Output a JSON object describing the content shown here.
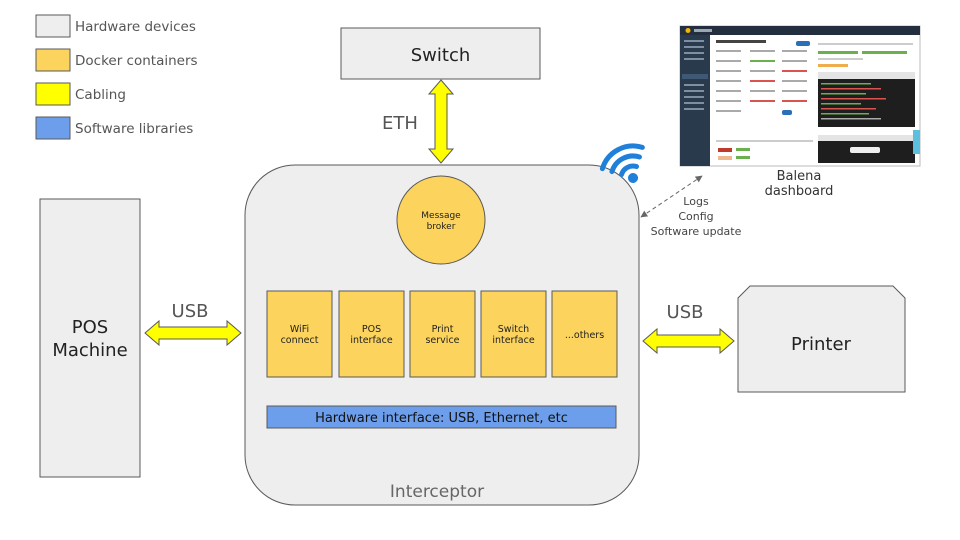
{
  "legend": [
    {
      "label": "Hardware devices",
      "color": "#eeeeee"
    },
    {
      "label": "Docker containers",
      "color": "#fcd45d"
    },
    {
      "label": "Cabling",
      "color": "#ffff00"
    },
    {
      "label": "Software libraries",
      "color": "#6d9eeb"
    }
  ],
  "switch": {
    "label": "Switch"
  },
  "eth_label": "ETH",
  "pos_machine": {
    "line1": "POS",
    "line2": "Machine"
  },
  "usb_left": "USB",
  "usb_right": "USB",
  "printer": {
    "label": "Printer"
  },
  "interceptor": {
    "label": "Interceptor",
    "message_broker": {
      "line1": "Message",
      "line2": "broker"
    },
    "containers": [
      {
        "line1": "WiFi",
        "line2": "connect"
      },
      {
        "line1": "POS",
        "line2": "interface"
      },
      {
        "line1": "Print",
        "line2": "service"
      },
      {
        "line1": "Switch",
        "line2": "interface"
      },
      {
        "line1": "...others",
        "line2": ""
      }
    ],
    "hardware_interface": "Hardware interface: USB, Ethernet, etc"
  },
  "link_labels": [
    "Logs",
    "Config",
    "Software update"
  ],
  "balena": {
    "line1": "Balena",
    "line2": "dashboard"
  },
  "icons": {
    "wifi": "wifi-icon",
    "dashboard": "dashboard-screenshot"
  },
  "colors": {
    "hardware": "#eeeeee",
    "container": "#fcd45d",
    "cable": "#ffff00",
    "library": "#6d9eeb",
    "wifi": "#1f7fd9",
    "stroke": "#595959"
  }
}
